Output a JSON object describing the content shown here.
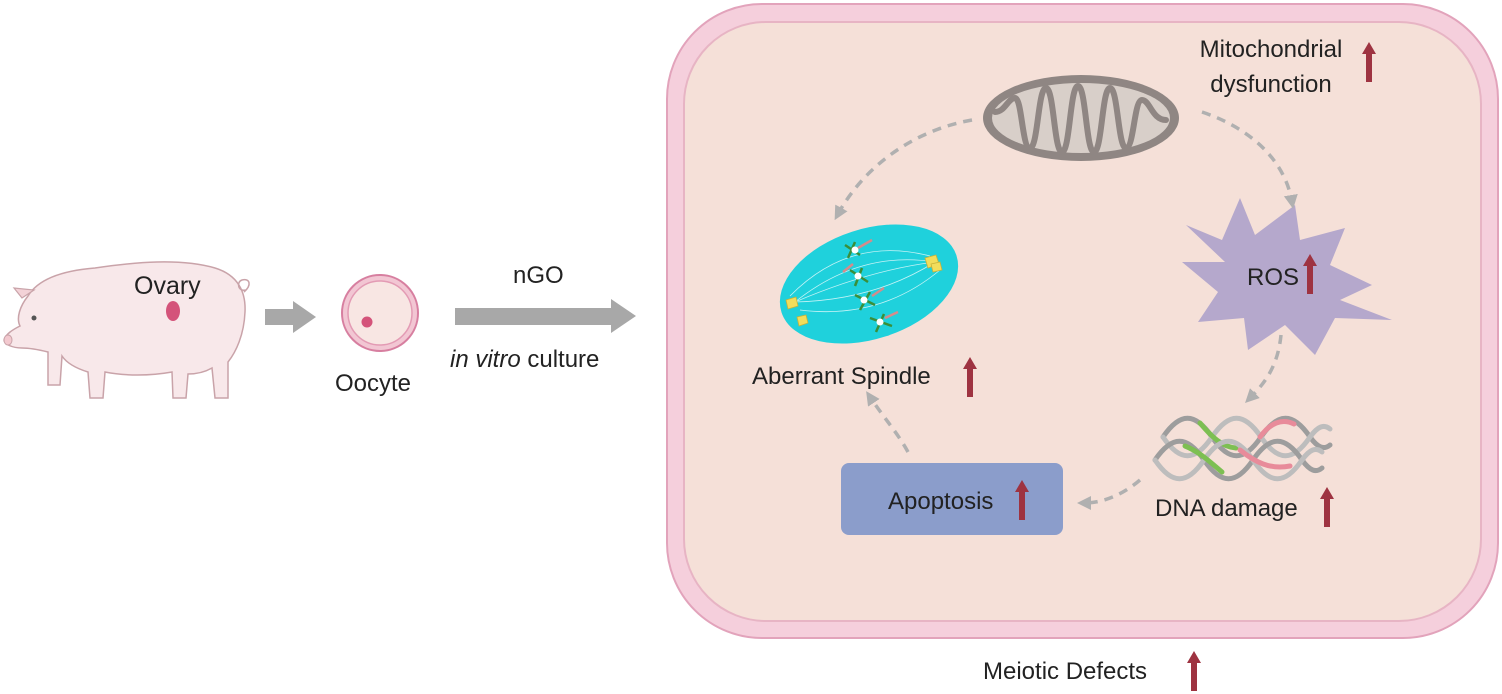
{
  "labels": {
    "ovary": "Ovary",
    "oocyte": "Oocyte",
    "treatment": "nGO",
    "culture_italic": "in vitro",
    "culture_rest": " culture",
    "mito_line1": "Mitochondrial",
    "mito_line2": "dysfunction",
    "ros": "ROS",
    "spindle": "Aberrant Spindle",
    "dna": "DNA damage",
    "apoptosis": "Apoptosis",
    "meiotic": "Meiotic Defects"
  },
  "colors": {
    "cell_outer": "#f5cfdc",
    "cell_inner": "#f5e0d8",
    "cell_border": "#e2a3bb",
    "arrow_gray": "#a8a8a8",
    "dashed_arrow": "#b0b0b0",
    "increase_arrow": "#9e3341",
    "ros_fill": "#b5a8cc",
    "spindle_fill": "#1fd1dc",
    "apoptosis_fill": "#8b9dcb",
    "mito_outer": "#8f8683",
    "mito_inner": "#d8cfc9",
    "pig_fill": "#f8e8ea",
    "ovary_fill": "#d4537a"
  },
  "icons": {
    "increase": "up-arrow-icon",
    "pig": "pig-icon",
    "oocyte": "oocyte-icon",
    "mitochondrion": "mitochondrion-icon",
    "ros": "ros-burst-icon",
    "spindle": "spindle-icon",
    "dna": "dna-helix-icon"
  }
}
